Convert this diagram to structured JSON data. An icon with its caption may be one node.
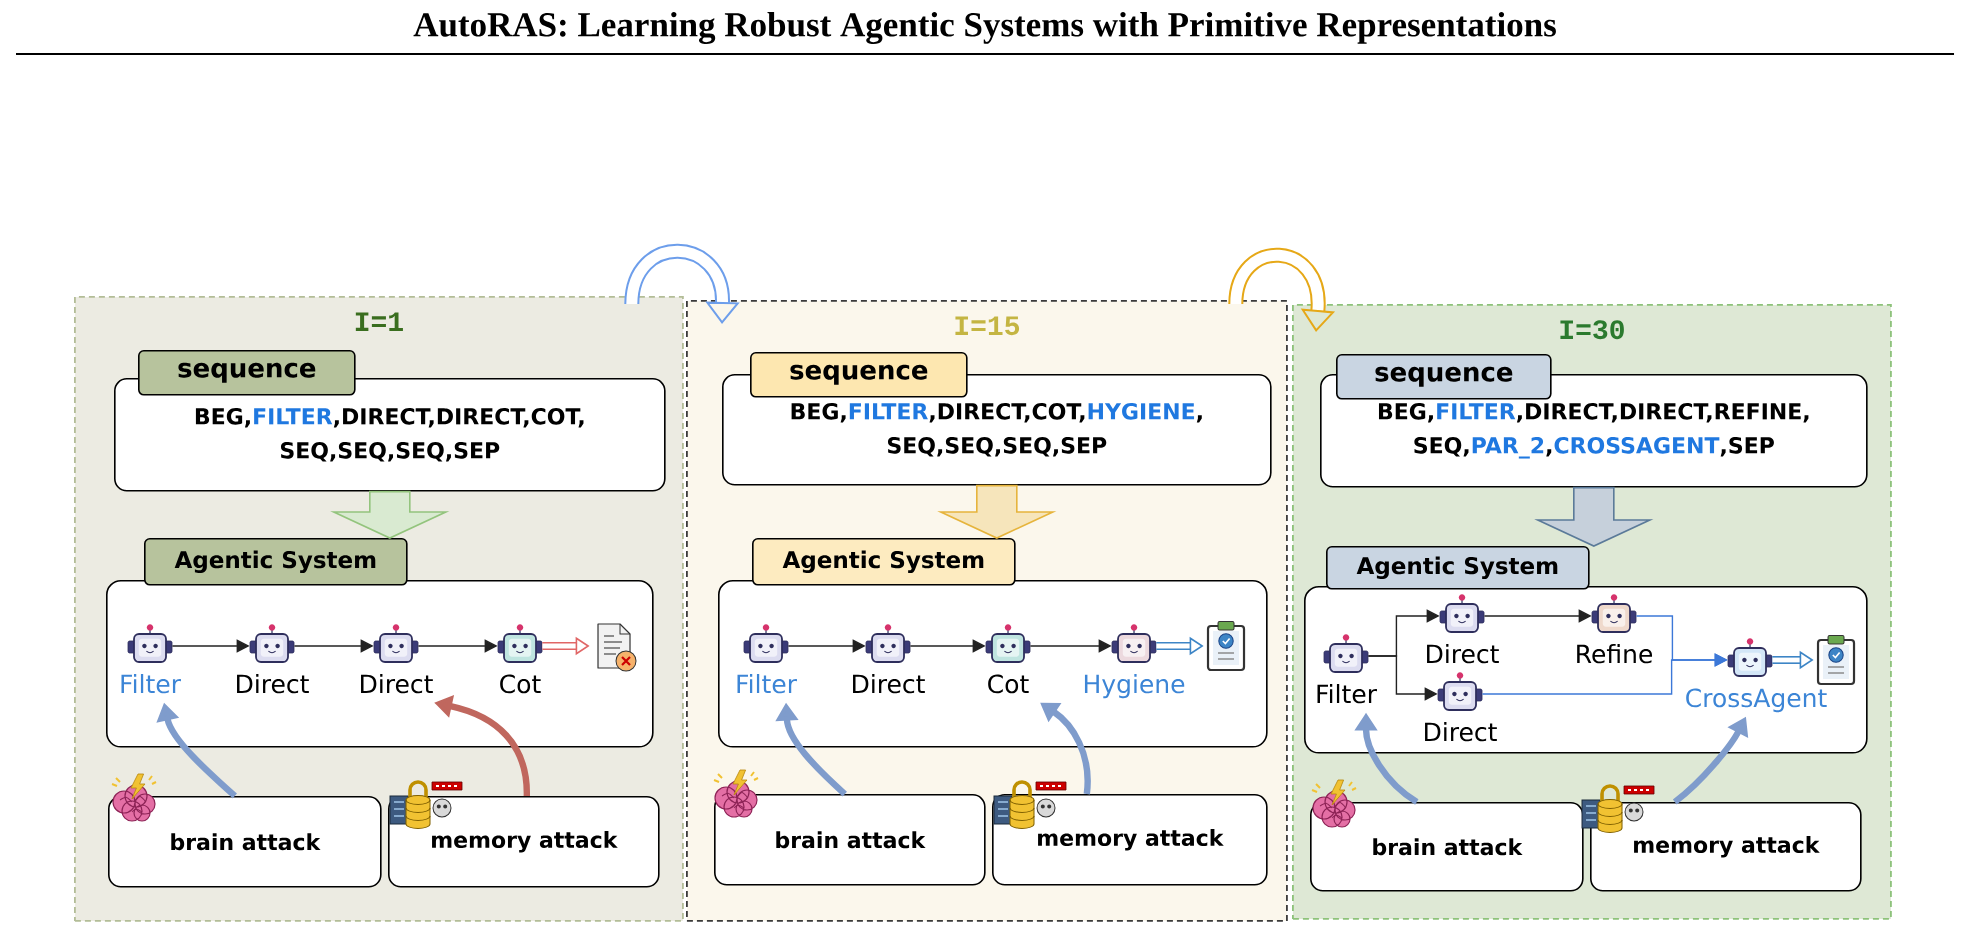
{
  "diagram": {
    "title": "AutoRAS: Learning Robust Agentic Systems with Primitive Representations",
    "nodes": [
      {
        "text": [
          "I=1"
        ]
      },
      {
        "text": [
          "sequence"
        ],
        "in": 0
      },
      {
        "text": [
          "BEG,FILTER,DIRECT,DIRECT,COT, SEQ,SEQ,SEQ,SEP"
        ],
        "in": 0
      },
      {
        "text": [
          "Agentic System"
        ],
        "in": 0
      },
      {
        "text": [],
        "shape": "box",
        "in": 0
      },
      {
        "text": [],
        "shape": "picture",
        "beside": [
          "Filter"
        ],
        "in": 4
      },
      {
        "text": [],
        "shape": "picture",
        "beside": [
          "Direct"
        ],
        "in": 4
      },
      {
        "text": [],
        "shape": "picture",
        "beside": [
          "Direct"
        ],
        "in": 4
      },
      {
        "text": [],
        "shape": "picture",
        "beside": [
          "Cot"
        ],
        "in": 4
      },
      {
        "text": [],
        "shape": "picture",
        "in": 4
      },
      {
        "text": [
          "brain attack"
        ],
        "in": 0
      },
      {
        "text": [
          "memory attack"
        ],
        "in": 0
      },
      {
        "text": [
          "I=15"
        ]
      },
      {
        "text": [
          "sequence"
        ],
        "in": 12
      },
      {
        "text": [
          "BEG,FILTER,DIRECT,COT,HYGIENE, SEQ,SEQ,SEQ,SEP"
        ],
        "in": 12
      },
      {
        "text": [
          "Agentic System"
        ],
        "in": 12
      },
      {
        "text": [],
        "shape": "box",
        "in": 12
      },
      {
        "text": [],
        "shape": "picture",
        "beside": [
          "Filter"
        ],
        "in": 16
      },
      {
        "text": [],
        "shape": "picture",
        "beside": [
          "Direct"
        ],
        "in": 16
      },
      {
        "text": [],
        "shape": "picture",
        "beside": [
          "Cot"
        ],
        "in": 16
      },
      {
        "text": [],
        "shape": "picture",
        "beside": [
          "Hygiene"
        ],
        "in": 16
      },
      {
        "text": [],
        "shape": "picture",
        "in": 16
      },
      {
        "text": [
          "brain attack"
        ],
        "in": 12
      },
      {
        "text": [
          "memory attack"
        ],
        "in": 12
      },
      {
        "text": [
          "I=30"
        ]
      },
      {
        "text": [
          "sequence"
        ],
        "in": 24
      },
      {
        "text": [
          "BEG,FILTER,DIRECT,DIRECT,REFINE, SEQ,PAR_2,CROSSAGENT,SEP"
        ],
        "in": 24
      },
      {
        "text": [
          "Agentic System"
        ],
        "in": 24
      },
      {
        "text": [],
        "shape": "box",
        "in": 24
      },
      {
        "text": [],
        "shape": "picture",
        "beside": [
          "Filter"
        ],
        "in": 28
      },
      {
        "text": [],
        "shape": "picture",
        "beside": [
          "Direct"
        ],
        "in": 28
      },
      {
        "text": [],
        "shape": "picture",
        "beside": [
          "Refine"
        ],
        "in": 28
      },
      {
        "text": [],
        "shape": "picture",
        "beside": [
          "Direct"
        ],
        "in": 28
      },
      {
        "text": [],
        "shape": "picture",
        "beside": [
          "CrossAgent"
        ],
        "in": 28
      },
      {
        "text": [],
        "shape": "picture",
        "in": 28
      },
      {
        "text": [
          "brain attack"
        ],
        "in": 24
      },
      {
        "text": [
          "memory attack"
        ],
        "in": 24
      }
    ],
    "edges": [
      {
        "from": 2,
        "to": 3,
        "arrow": "to",
        "color": "#93c47d"
      },
      {
        "from": 5,
        "to": 6,
        "arrow": "to"
      },
      {
        "from": 6,
        "to": 7,
        "arrow": "to"
      },
      {
        "from": 7,
        "to": 8,
        "arrow": "to"
      },
      {
        "from": 8,
        "to": 9,
        "arrow": "to",
        "style": "thick",
        "color": "#e06666"
      },
      {
        "from": 10,
        "to": 5,
        "arrow": "to",
        "style": "thick",
        "color": "#7f9ccc"
      },
      {
        "from": 11,
        "to": 7,
        "arrow": "to",
        "style": "thick",
        "color": "#c0675e"
      },
      {
        "from": 14,
        "to": 15,
        "arrow": "to",
        "color": "#e6b43c"
      },
      {
        "from": 17,
        "to": 18,
        "arrow": "to"
      },
      {
        "from": 18,
        "to": 19,
        "arrow": "to"
      },
      {
        "from": 19,
        "to": 20,
        "arrow": "to"
      },
      {
        "from": 20,
        "to": 21,
        "arrow": "to",
        "style": "thick",
        "color": "#3d85c6"
      },
      {
        "from": 22,
        "to": 17,
        "arrow": "to",
        "style": "thick",
        "color": "#7f9ccc"
      },
      {
        "from": 23,
        "to": 19,
        "arrow": "to",
        "style": "thick",
        "color": "#7f9ccc"
      },
      {
        "from": 26,
        "to": 27,
        "arrow": "to",
        "color": "#5b7a99"
      },
      {
        "from": 29,
        "to": 30,
        "arrow": "to"
      },
      {
        "from": 29,
        "to": 32,
        "arrow": "to"
      },
      {
        "from": 30,
        "to": 31,
        "arrow": "to"
      },
      {
        "from": 31,
        "to": 33,
        "arrow": "to",
        "color": "#3c78d8"
      },
      {
        "from": 32,
        "to": 33,
        "arrow": "to",
        "color": "#3c78d8"
      },
      {
        "from": 33,
        "to": 34,
        "arrow": "to",
        "style": "thick",
        "color": "#3d85c6"
      },
      {
        "from": 35,
        "to": 29,
        "arrow": "to",
        "style": "thick",
        "color": "#7f9ccc"
      },
      {
        "from": 36,
        "to": 33,
        "arrow": "to",
        "style": "thick",
        "color": "#7f9ccc"
      },
      {
        "from": 0,
        "to": 12,
        "arrow": "to",
        "style": "thick",
        "color": "#6d9eeb"
      },
      {
        "from": 12,
        "to": 24,
        "arrow": "to",
        "style": "thick",
        "color": "#e6a817"
      }
    ]
  }
}
